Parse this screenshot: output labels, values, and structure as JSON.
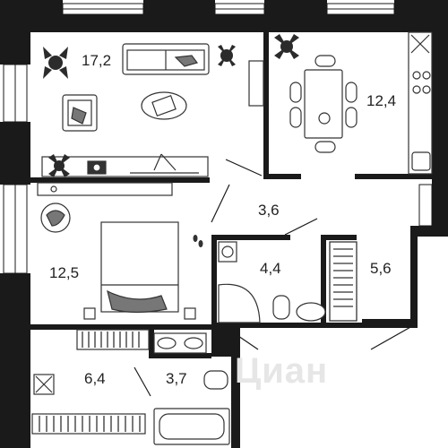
{
  "rooms": [
    {
      "id": "living",
      "area": "17,2"
    },
    {
      "id": "kitchen",
      "area": "12,4"
    },
    {
      "id": "hall",
      "area": "3,6"
    },
    {
      "id": "bath-small",
      "area": "4,4"
    },
    {
      "id": "wardrobe",
      "area": "5,6"
    },
    {
      "id": "bedroom",
      "area": "12,5"
    },
    {
      "id": "dressing",
      "area": "6,4"
    },
    {
      "id": "bath",
      "area": "3,7"
    }
  ],
  "watermark": "Циан",
  "colors": {
    "wall": "#1a1a1a",
    "furniture": "#333333",
    "plant": "#2b2b2b",
    "background": "#ffffff"
  }
}
